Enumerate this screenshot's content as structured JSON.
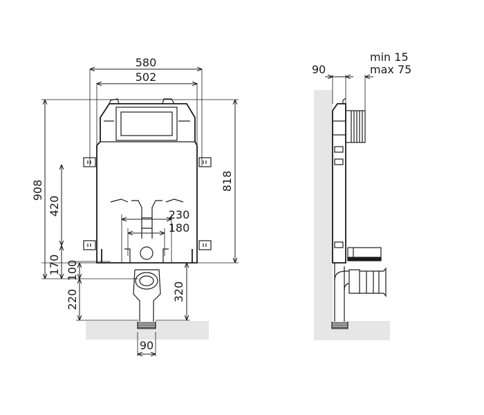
{
  "front_view": {
    "width_outer": "580",
    "width_inner": "502",
    "height_total": "908",
    "height_frame": "818",
    "height_420": "420",
    "height_170": "170",
    "height_100": "100",
    "height_220": "220",
    "height_320": "320",
    "width_230": "230",
    "width_180": "180",
    "pipe_90": "90"
  },
  "side_view": {
    "depth_90": "90",
    "adjust_min": "min 15",
    "adjust_max": "max 75"
  },
  "colors": {
    "line": "#1a1a1a",
    "floor": "#e6e6e6",
    "wall": "#e6e6e6"
  }
}
